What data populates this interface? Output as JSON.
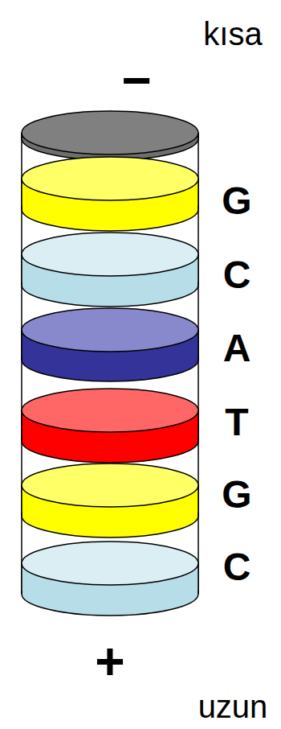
{
  "diagram": {
    "labels": [
      "kısa",
      "−",
      "G",
      "C",
      "A",
      "T",
      "G",
      "C",
      "+",
      "uzun"
    ]
  }
}
